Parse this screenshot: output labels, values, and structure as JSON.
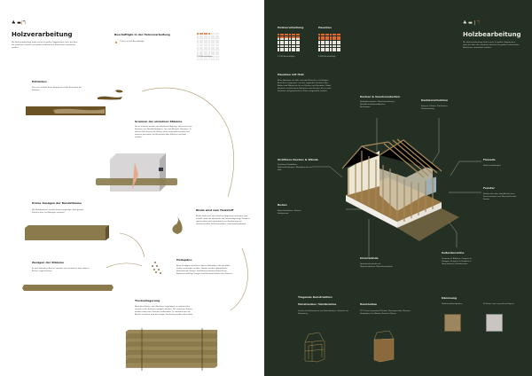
{
  "left": {
    "title": "Holzverarbeitung",
    "intro": "Die Holzverarbeitung findet meist in großen Sägewerken statt, bei dem die einzelnen Schritte mit großen industriellen Maschinen verarbeitet werden.",
    "employment": {
      "title": "Beschäftigte in der Holzverarbeitung",
      "legend": "1 Kreis = 100 Beschäftigte",
      "caption": "112 Beschäftigte",
      "highlight_count": 6,
      "total_dots": 120
    },
    "steps": [
      {
        "title": "Entrinden",
        "text": "Der erste Schritt beim Sägewerk ist das Entrinden der Stämme."
      },
      {
        "title": "Scannen der einzelnen Stämme",
        "text": "Diese Schnitte werden anschließend abgelegt, aber auch zum Scannen von Rundholzkörpern, um zum Beispiel Granulen. In diesem Fall können die Hölzer nicht verwendet werden und müssen gesondert als Brennholz oder Paletten verkauft werden."
      },
      {
        "title": "Erstes Zusägen der Rundstämme",
        "text": "Die Rundstämme werden immer angesägt, dass gerade Flächen bzw. vierflächiges entsteht."
      },
      {
        "title": "Rinde wird zum Heizstoff",
        "text": "Rinde wird meist den üblichen Sägewerk verbrannt und schafft somit die Heizstoffe die Trockenlagerung. Teilweise wird es aber auch gesammelt zur Gewinnung von Gesteinsstoffen für Brennstoffen- und Landschaftsbau."
      },
      {
        "title": "Zusägen der Stämme",
        "text": "Je nach Holzsorte Bretter, werden nun schmalere oder dickere Bretter zugeschnitten."
      },
      {
        "title": "Holzspäne",
        "text": "Beim Zusägen entstehen ebenso Holzspäne, die ebenfalls weiter verwendet werden. Daraus werden Spanplatten, Heizmaterial, Dämm- und Dämmmaterial, Rohstoff zur Papierherstellung, Dünger und Dekomaterialien des Gartens."
      },
      {
        "title": "Trockenlagerung",
        "text": "Nach den Platten nach Brettern eingelagert im industriellen entsteht zum Trocknen gelagert werden. Die einzelnen Bretter werden dann zum Trocknen aufbewahrt. Je nachdem wie die Bretter trocknen wird bei nötiger Trocknung werden diese Holz."
      }
    ]
  },
  "right": {
    "title": "Holzbearbeitung",
    "intro": "Die Holzverarbeitung findet meist in großen Sägewerken statt, bei dem die einzelnen Schritte mit großen industriellen Maschinen verarbeitet werden.",
    "stats": [
      {
        "title": "Holzverarbeitung",
        "caption": "1.100 Beschäftigte",
        "highlight_rows": 2
      },
      {
        "title": "Hausbau",
        "caption": "3.300 Beschäftigte",
        "highlight_rows": 3
      }
    ],
    "house_section": {
      "title": "Hausbau mit Holz",
      "text": "Beim Hausbau mit Holz wird das Material in vielfältigen Bereichen eingesetzt: von der tragenden Struktur über Böden und Wände bis hin zu Decken und Fassaden. Dabei kommen verschiedene Holzarten zum Einsatz, die je nach Funktion und gewünschten Stilen ausgewählt werden."
    },
    "labels": [
      {
        "title": "Decken & Geschossdecken",
        "text": "Holzbalkendecken, Massivholzdecken, Holz-Beton-Verbunddecken, Brettstapel"
      },
      {
        "title": "Dachkonstruktion",
        "text": "Sparren, Pfetten, Dachlatten, Dachschalung"
      },
      {
        "title": "Sichtbare Decken & Wände",
        "text": "Sichtbare Holzbalken, Holzverkleidungen, Wandpaneele aus Holz"
      },
      {
        "title": "Fassade",
        "text": "Holzverschalungen"
      },
      {
        "title": "Fenster",
        "text": "Holzfenster oder Holz-Alu-Fenster, Fensterrahmen aus Massivholz oder Furnier"
      },
      {
        "title": "Boden",
        "text": "Massivholzdielen, Parkett, Holzlaminat"
      },
      {
        "title": "Innenwände",
        "text": "Holzständerwände mit Gipsfaserplatten, Massivholzwände"
      },
      {
        "title": "Außenbereiche",
        "text": "Terrassen & Balkone, Carports & Garagen, Pergolen & Vordächer, Gartenhäuser, Holzfassaden"
      }
    ],
    "structure": {
      "title": "Tragende Konstruktion",
      "items": [
        {
          "title": "Holzrahmenbau / Holzständerbau",
          "text": "Leichte Leichtbauweise aus Holzständern, Gefache mit Dämmung"
        },
        {
          "title": "Massivholzbau",
          "text": "CLT (Cross Laminated Timber), Brettsperrholz, Massive Holzplatten für Wände, Decken, Dächer"
        }
      ]
    },
    "insulation": {
      "title": "Dämmung",
      "items": [
        {
          "title": "Holzfaserdämmplatten",
          "color": "#9c8660"
        },
        {
          "title": "Zellulose (aus recyceltem Papier)",
          "color": "#c9c5c2"
        }
      ]
    },
    "colors": {
      "background": "#233023",
      "accent": "#e06a2a",
      "wood": "#8a7a4c"
    }
  }
}
